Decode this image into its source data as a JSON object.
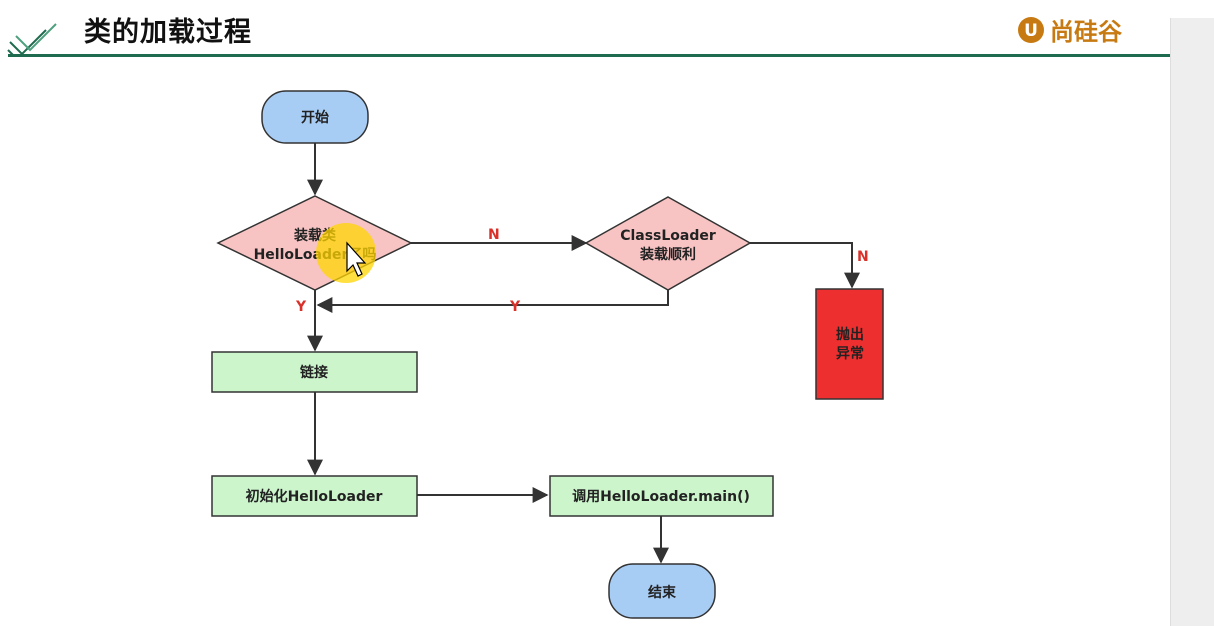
{
  "header": {
    "title": "类的加载过程",
    "brand": "尚硅谷",
    "brand_logo_letter": "U",
    "accent_color": "#1f6b4f",
    "brand_color": "#c87a12"
  },
  "flowchart": {
    "start": "开始",
    "decision_loaded_line1": "装载类",
    "decision_loaded_line2": "HelloLoader了吗",
    "decision_classloader_line1": "ClassLoader",
    "decision_classloader_line2": "装载顺利",
    "throw_line1": "抛出",
    "throw_line2": "异常",
    "link": "链接",
    "init": "初始化HelloLoader",
    "invoke_main": "调用HelloLoader.main()",
    "end": "结束",
    "label_n1": "N",
    "label_n2": "N",
    "label_y1": "Y",
    "label_y2": "Y"
  },
  "colors": {
    "terminal_fill": "#a8cdf5",
    "decision_fill": "#f7c3c3",
    "process_fill": "#ccf5cc",
    "error_fill": "#ee2f2f",
    "edge_label": "#d9312a"
  }
}
